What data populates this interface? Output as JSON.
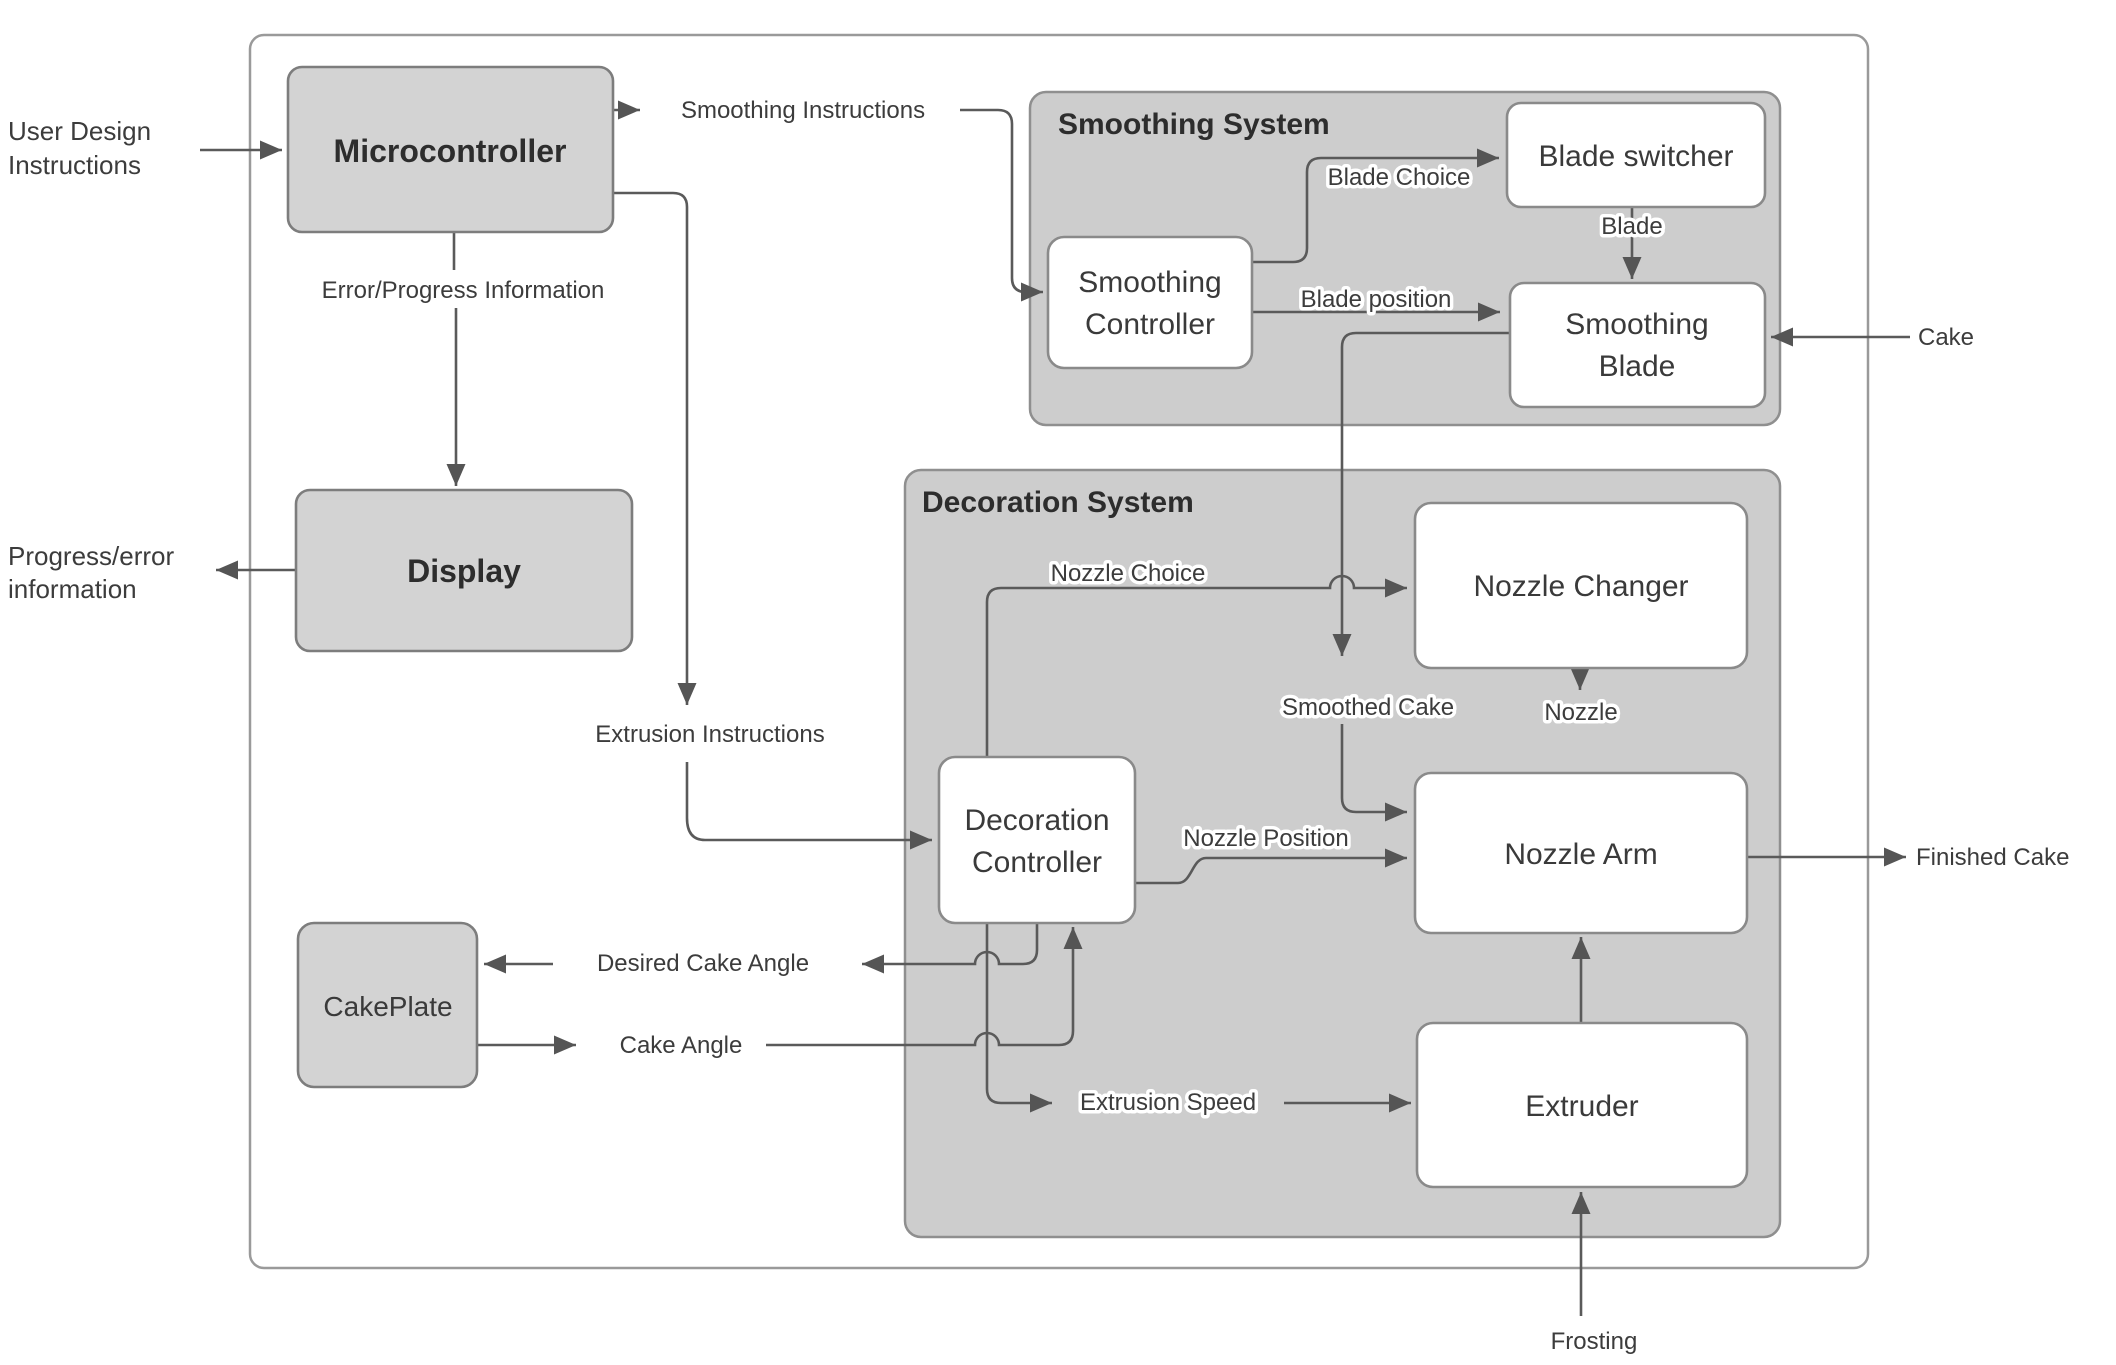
{
  "colors": {
    "container_fill": "#cdcdcd",
    "gray_node_fill": "#d3d3d3",
    "white_node_fill": "#ffffff",
    "line": "#5a5a5a",
    "text": "#3a3a3a"
  },
  "containers": {
    "smoothing_system": "Smoothing System",
    "decoration_system": "Decoration System"
  },
  "nodes": {
    "microcontroller": "Microcontroller",
    "display": "Display",
    "cakeplate": "CakePlate",
    "smoothing_controller_1": "Smoothing",
    "smoothing_controller_2": "Controller",
    "blade_switcher": "Blade switcher",
    "smoothing_blade_1": "Smoothing",
    "smoothing_blade_2": "Blade",
    "nozzle_changer": "Nozzle Changer",
    "nozzle_arm": "Nozzle Arm",
    "extruder": "Extruder",
    "decoration_controller_1": "Decoration",
    "decoration_controller_2": "Controller"
  },
  "edges": {
    "user_design_1": "User Design",
    "user_design_2": "Instructions",
    "smoothing_instructions": "Smoothing Instructions",
    "error_progress": "Error/Progress Information",
    "progress_error_1": "Progress/error",
    "progress_error_2": "information",
    "extrusion_instructions": "Extrusion Instructions",
    "blade_choice": "Blade Choice",
    "blade": "Blade",
    "blade_position": "Blade position",
    "cake": "Cake",
    "smoothed_cake": "Smoothed Cake",
    "nozzle_choice": "Nozzle Choice",
    "nozzle": "Nozzle",
    "nozzle_position": "Nozzle Position",
    "desired_cake_angle": "Desired Cake Angle",
    "cake_angle": "Cake Angle",
    "extrusion_speed": "Extrusion Speed",
    "finished_cake": "Finished Cake",
    "frosting": "Frosting"
  }
}
